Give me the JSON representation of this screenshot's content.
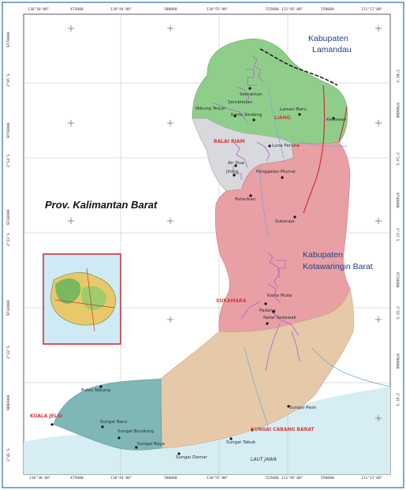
{
  "regions": {
    "lamandau": "Kabupaten\nLamandau",
    "lamandau_line1": "Kabupaten",
    "lamandau_line2": "Lamandau",
    "kotawaringin_line1": "Kabupaten",
    "kotawaringin_line2": "Kotawaringin Barat",
    "province": "Prov. Kalimantan Barat",
    "sea": "LAUT JAWA"
  },
  "districts": {
    "jelai": "KUALA JELAI",
    "balai_riam": "BALAI RIAM",
    "sukamara": "SUKAMARA",
    "cabang_barat": "SUNGAI CABANG BARAT",
    "liang": "LIANG"
  },
  "places": {
    "semantun": "Semantun",
    "sembikuan": "Sembikuan",
    "nibung_terjun": "Nibung Terjun",
    "kartasindang": "Karta Sindang",
    "lamanbaru": "Laman Baru",
    "kenawan": "Kenawan",
    "lunaperana": "Luna Peruna",
    "airdua": "Air Dua",
    "jihing": "Jihing",
    "panggalan": "Panggalan Mumai",
    "petarikan": "Petarikan",
    "sukaraja": "Sukaraja",
    "kartamulia": "Karta Mulia",
    "padang": "Padang",
    "natai": "Natai Sedawak",
    "pulaunibung": "Pulau Nibung",
    "sungaibaru": "Sungai Baru",
    "sungaibundung": "Sungai Bundung",
    "sungairaya": "Sungai Raya",
    "sungaidamar": "Sungai Damar",
    "sungaitabuk": "Sungai Tabuk",
    "sungaipasir": "Sungai Pasir"
  },
  "ticks": {
    "top": [
      "110°30'00\"",
      "475000",
      "110°44'00\"",
      "500000",
      "110°55'00\"",
      "525000",
      "111°05'00\"",
      "550000",
      "111°17'00\""
    ],
    "bottom": [
      "110°30'00\"",
      "475000",
      "110°44'00\"",
      "500000",
      "110°55'00\"",
      "525000",
      "111°05'00\"",
      "550000",
      "111°17'00\""
    ],
    "left": [
      "9770000",
      "2°05'S",
      "9750000",
      "2°14'S",
      "9730000",
      "2°23'S",
      "9710000",
      "2°32'S",
      "9690000",
      "2°41'S"
    ],
    "right": [
      "2°05'S",
      "9760000",
      "2°14'S",
      "9740000",
      "2°23'S",
      "9720000",
      "2°32'S",
      "9700000",
      "2°41'S"
    ]
  },
  "colors": {
    "lamandau": "#8fce8a",
    "kotawaringin": "#e8a0a4",
    "balai_riam": "#d7d9dc",
    "sukamara_south": "#e6c9a8",
    "jelai": "#7fb7b7",
    "sea": "#d6edf4",
    "grid": "#b9b9b9",
    "frame_outer": "#2c6fb0",
    "roads": "#b85ad0"
  }
}
